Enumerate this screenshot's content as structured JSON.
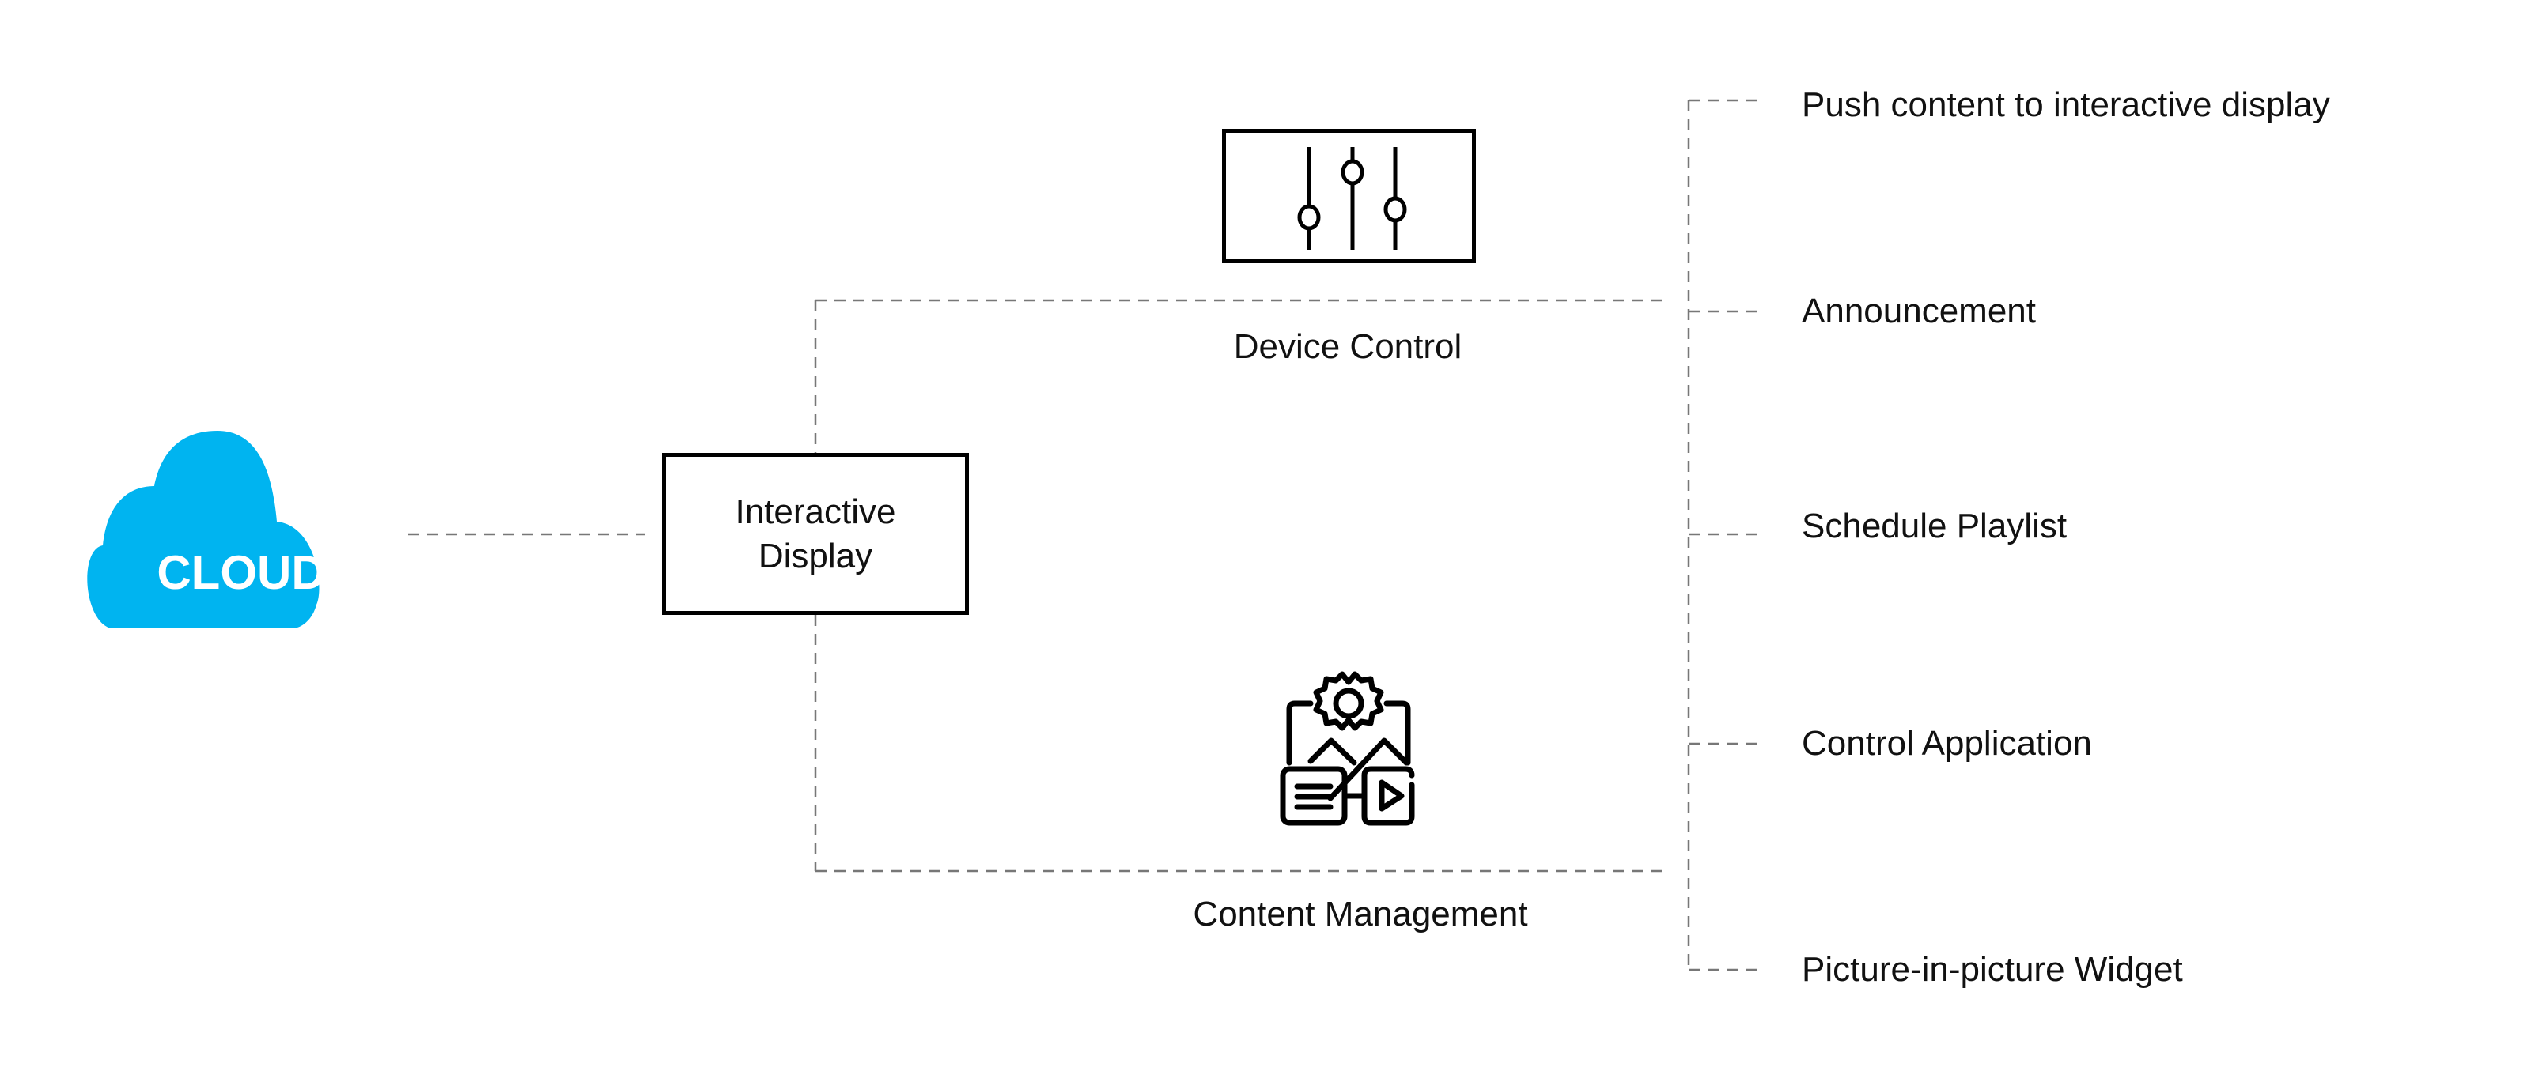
{
  "cloud": {
    "label": "CLOUD",
    "color": "#00B4F0"
  },
  "display": {
    "line1": "Interactive",
    "line2": "Display"
  },
  "device_control": {
    "label": "Device Control",
    "icon": "sliders-icon"
  },
  "content_management": {
    "label": "Content Management",
    "icon": "content-management-icon"
  },
  "features": [
    {
      "label": "Push content to interactive display"
    },
    {
      "label": "Announcement"
    },
    {
      "label": "Schedule Playlist"
    },
    {
      "label": "Control Application"
    },
    {
      "label": "Picture-in-picture Widget"
    }
  ]
}
